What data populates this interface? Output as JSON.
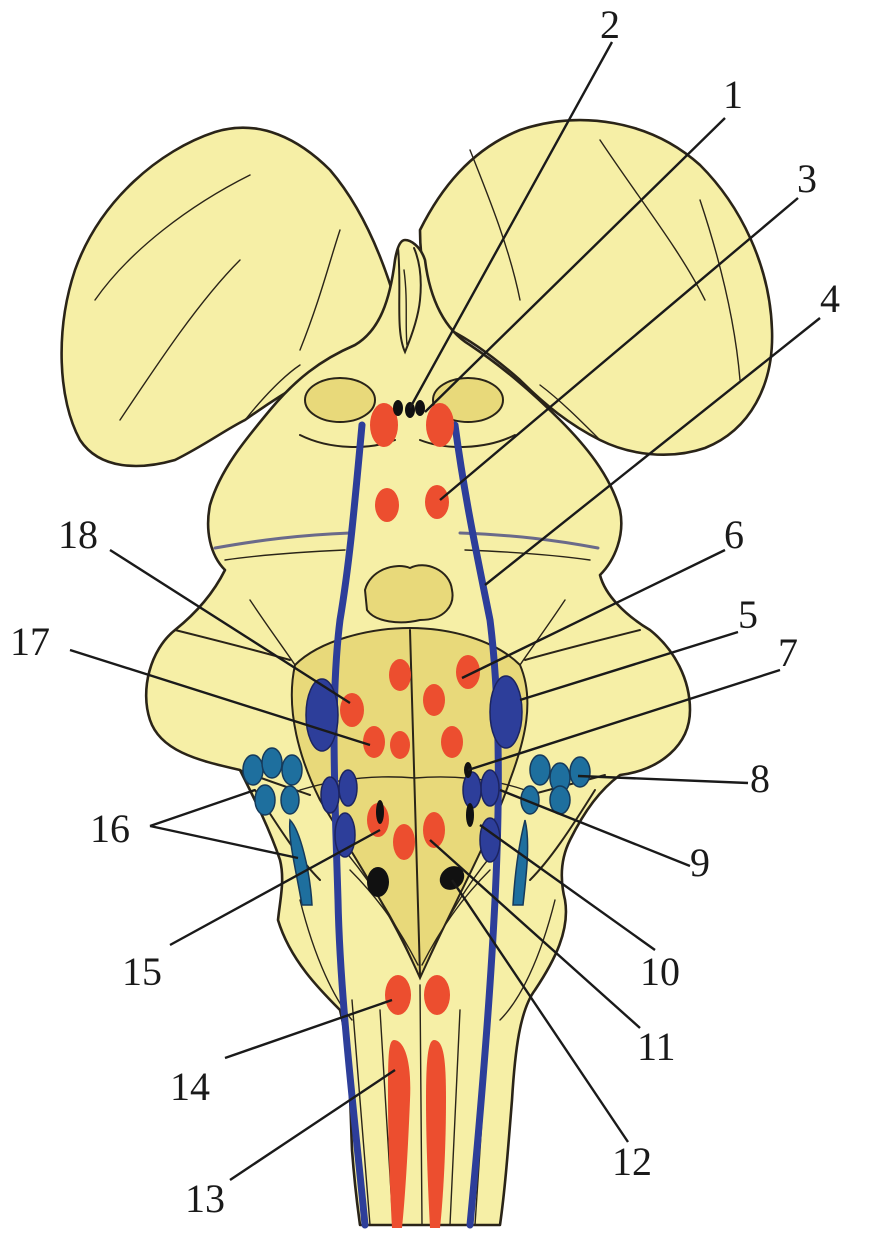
{
  "labels": [
    "1",
    "2",
    "3",
    "4",
    "5",
    "6",
    "7",
    "8",
    "9",
    "10",
    "11",
    "12",
    "13",
    "14",
    "15",
    "16",
    "17",
    "18"
  ]
}
